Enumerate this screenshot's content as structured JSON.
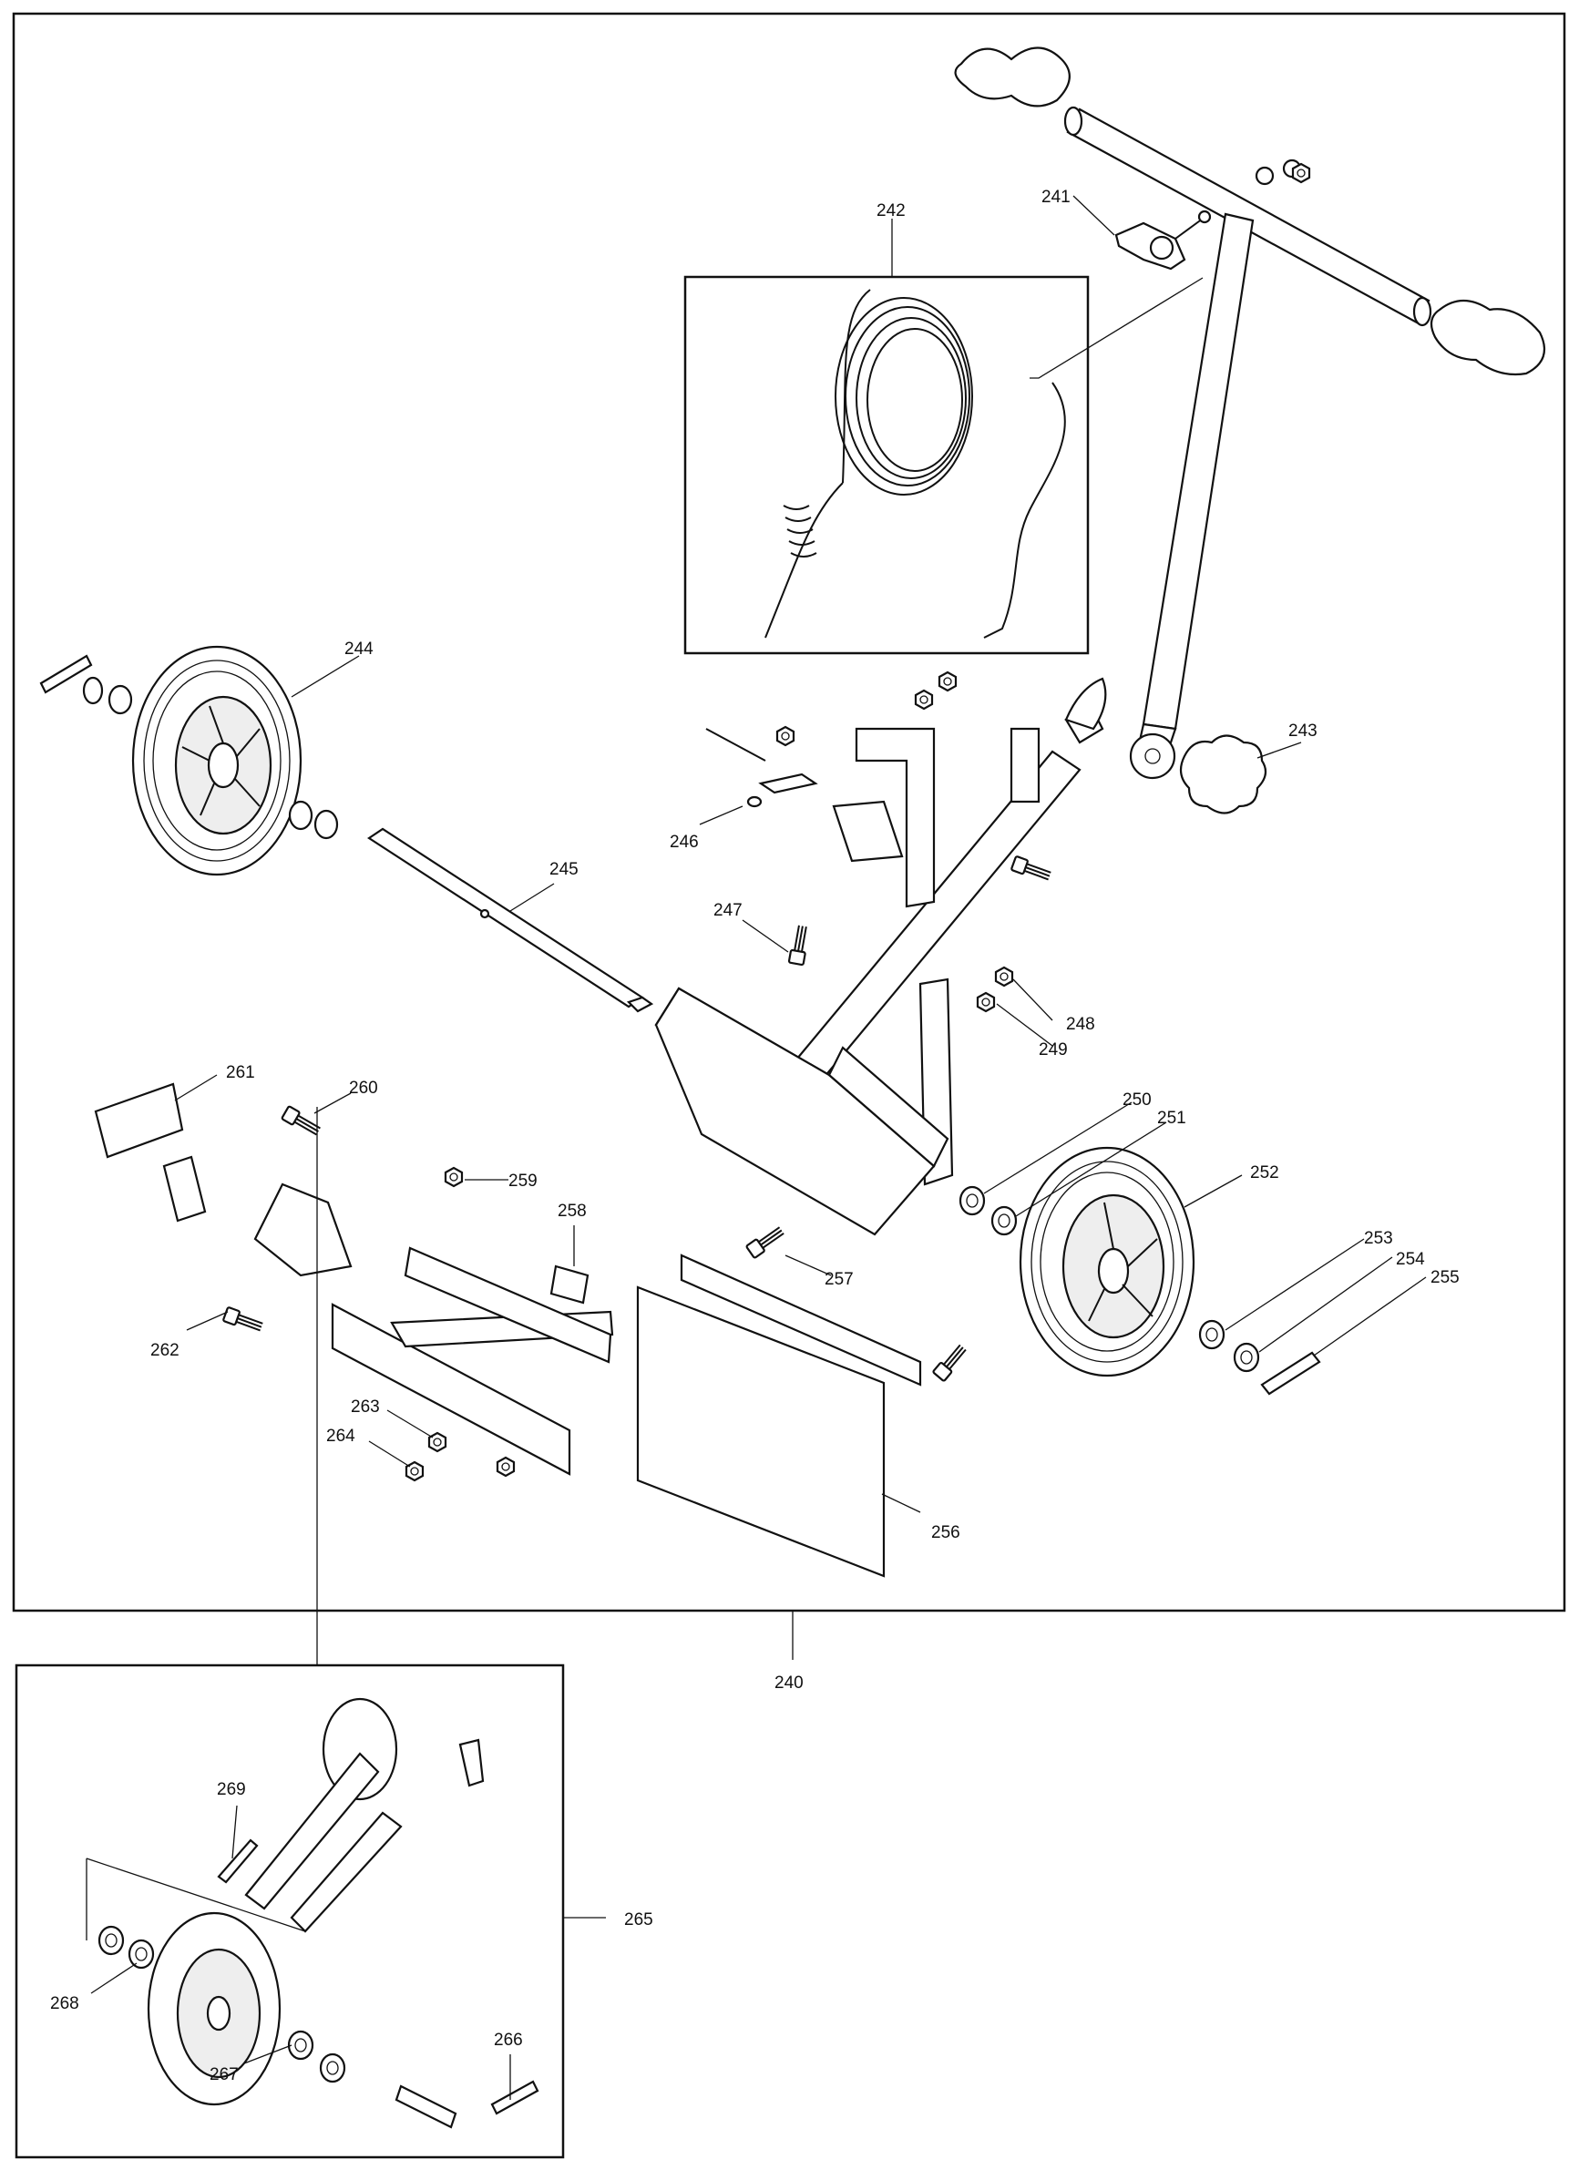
{
  "callouts": [
    {
      "id": "240",
      "label": "240"
    },
    {
      "id": "241",
      "label": "241"
    },
    {
      "id": "242",
      "label": "242"
    },
    {
      "id": "243",
      "label": "243"
    },
    {
      "id": "244",
      "label": "244"
    },
    {
      "id": "245",
      "label": "245"
    },
    {
      "id": "246",
      "label": "246"
    },
    {
      "id": "247",
      "label": "247"
    },
    {
      "id": "248",
      "label": "248"
    },
    {
      "id": "249",
      "label": "249"
    },
    {
      "id": "250",
      "label": "250"
    },
    {
      "id": "251",
      "label": "251"
    },
    {
      "id": "252",
      "label": "252"
    },
    {
      "id": "253",
      "label": "253"
    },
    {
      "id": "254",
      "label": "254"
    },
    {
      "id": "255",
      "label": "255"
    },
    {
      "id": "256",
      "label": "256"
    },
    {
      "id": "257",
      "label": "257"
    },
    {
      "id": "258",
      "label": "258"
    },
    {
      "id": "259",
      "label": "259"
    },
    {
      "id": "260",
      "label": "260"
    },
    {
      "id": "261",
      "label": "261"
    },
    {
      "id": "262",
      "label": "262"
    },
    {
      "id": "263",
      "label": "263"
    },
    {
      "id": "264",
      "label": "264"
    },
    {
      "id": "265",
      "label": "265"
    },
    {
      "id": "266",
      "label": "266"
    },
    {
      "id": "267",
      "label": "267"
    },
    {
      "id": "268",
      "label": "268"
    },
    {
      "id": "269",
      "label": "269"
    }
  ]
}
